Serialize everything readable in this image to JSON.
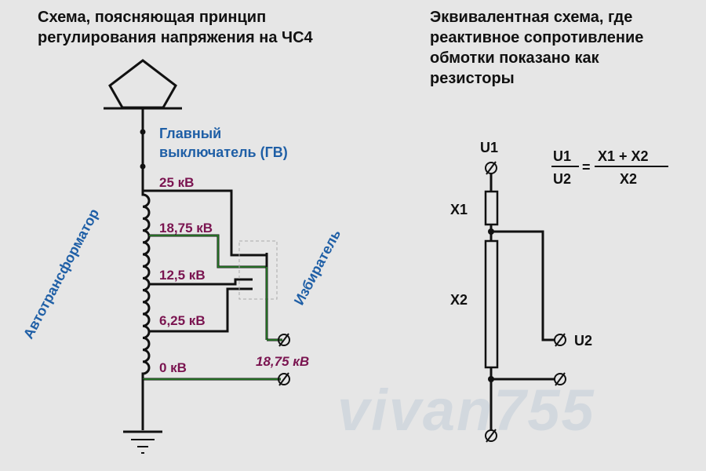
{
  "left": {
    "title_lines": [
      "Схема, поясняющая принцип",
      "регулирования напряжения на ЧС4"
    ],
    "main_switch_lines": [
      "Главный",
      "выключатель (ГВ)"
    ],
    "autotransformer_label": "Автотрансформатор",
    "selector_label": "Избиратель",
    "taps": [
      "25 кВ",
      "18,75 кВ",
      "12,5 кВ",
      "6,25 кВ",
      "0 кВ"
    ],
    "output_voltage": "18,75 кВ"
  },
  "right": {
    "title_lines": [
      "Эквивалентная схема, где",
      "реактивное сопротивление",
      "обмотки показано как",
      "резисторы"
    ],
    "u1_label": "U1",
    "u2_label": "U2",
    "x1_label": "X1",
    "x2_label": "X2",
    "formula": {
      "left_numerator": "U1",
      "left_denominator": "U2",
      "equals": "=",
      "right_numerator": "X1 + X2",
      "right_denominator": "X2"
    }
  },
  "watermark": "vivan755",
  "colors": {
    "background": "#e6e6e6",
    "wire": "#111111",
    "active_path": "#2a8a2a",
    "label_blue": "#1f5fa6",
    "label_purple": "#7a1450"
  },
  "icons": [
    "pantograph-icon",
    "ground-icon",
    "terminal-icon",
    "coil-icon",
    "resistor-icon"
  ]
}
